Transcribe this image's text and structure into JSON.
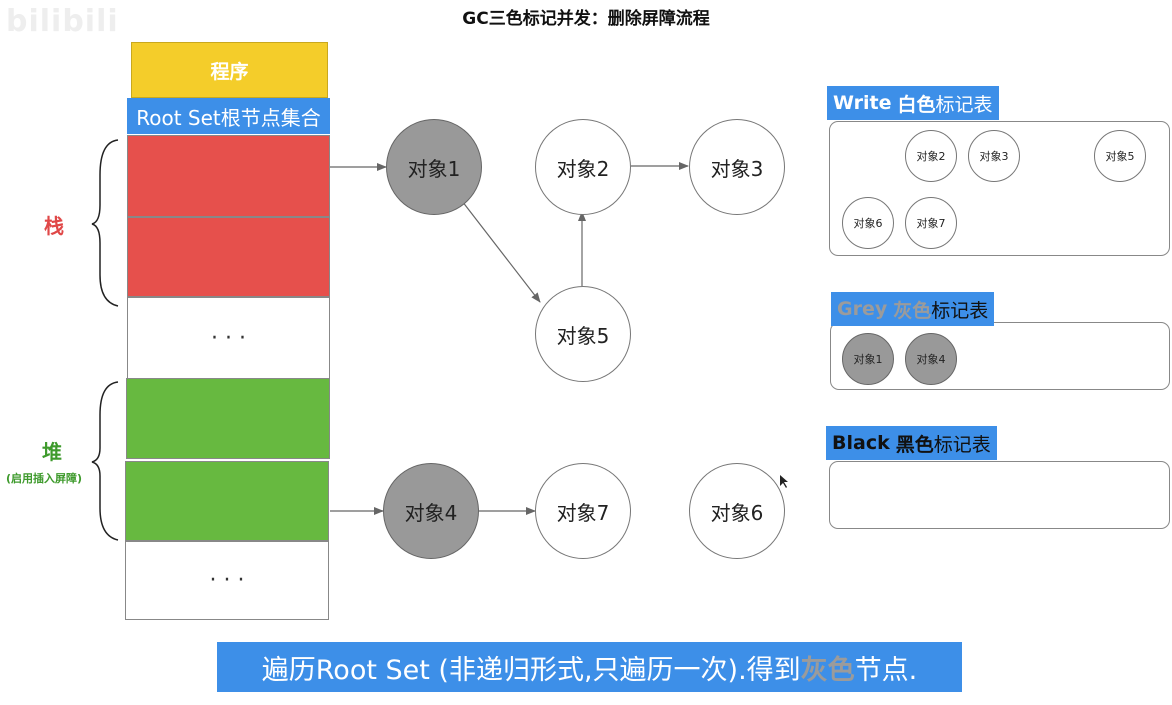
{
  "title": "GC三色标记并发：删除屏障流程",
  "watermark": "bilibili",
  "stack": {
    "program_label": "程序",
    "root_set_label": "Root Set根节点集合",
    "stack_label": "栈",
    "heap_label": "堆",
    "heap_sublabel": "(启用插入屏障)",
    "ellipsis": "· · ·"
  },
  "nodes": {
    "obj1": "对象1",
    "obj2": "对象2",
    "obj3": "对象3",
    "obj4": "对象4",
    "obj5": "对象5",
    "obj6": "对象6",
    "obj7": "对象7"
  },
  "tables": {
    "white": {
      "title_en": "Write",
      "title_color": "白色",
      "title_suffix": "标记表",
      "items": [
        "对象2",
        "对象3",
        "对象5",
        "对象6",
        "对象7"
      ]
    },
    "grey": {
      "title_en": "Grey",
      "title_color": "灰色",
      "title_suffix": "标记表",
      "items": [
        "对象1",
        "对象4"
      ]
    },
    "black": {
      "title_en": "Black",
      "title_color": "黑色",
      "title_suffix": "标记表",
      "items": []
    }
  },
  "caption": {
    "before": "遍历Root Set (非递归形式,只遍历一次).得到",
    "highlight": "灰色",
    "after": "节点."
  },
  "colors": {
    "program": "#f4cd2a",
    "root_set": "#3d8fe8",
    "stack": "#e6504c",
    "heap": "#67b940",
    "grey_node": "#999999"
  }
}
